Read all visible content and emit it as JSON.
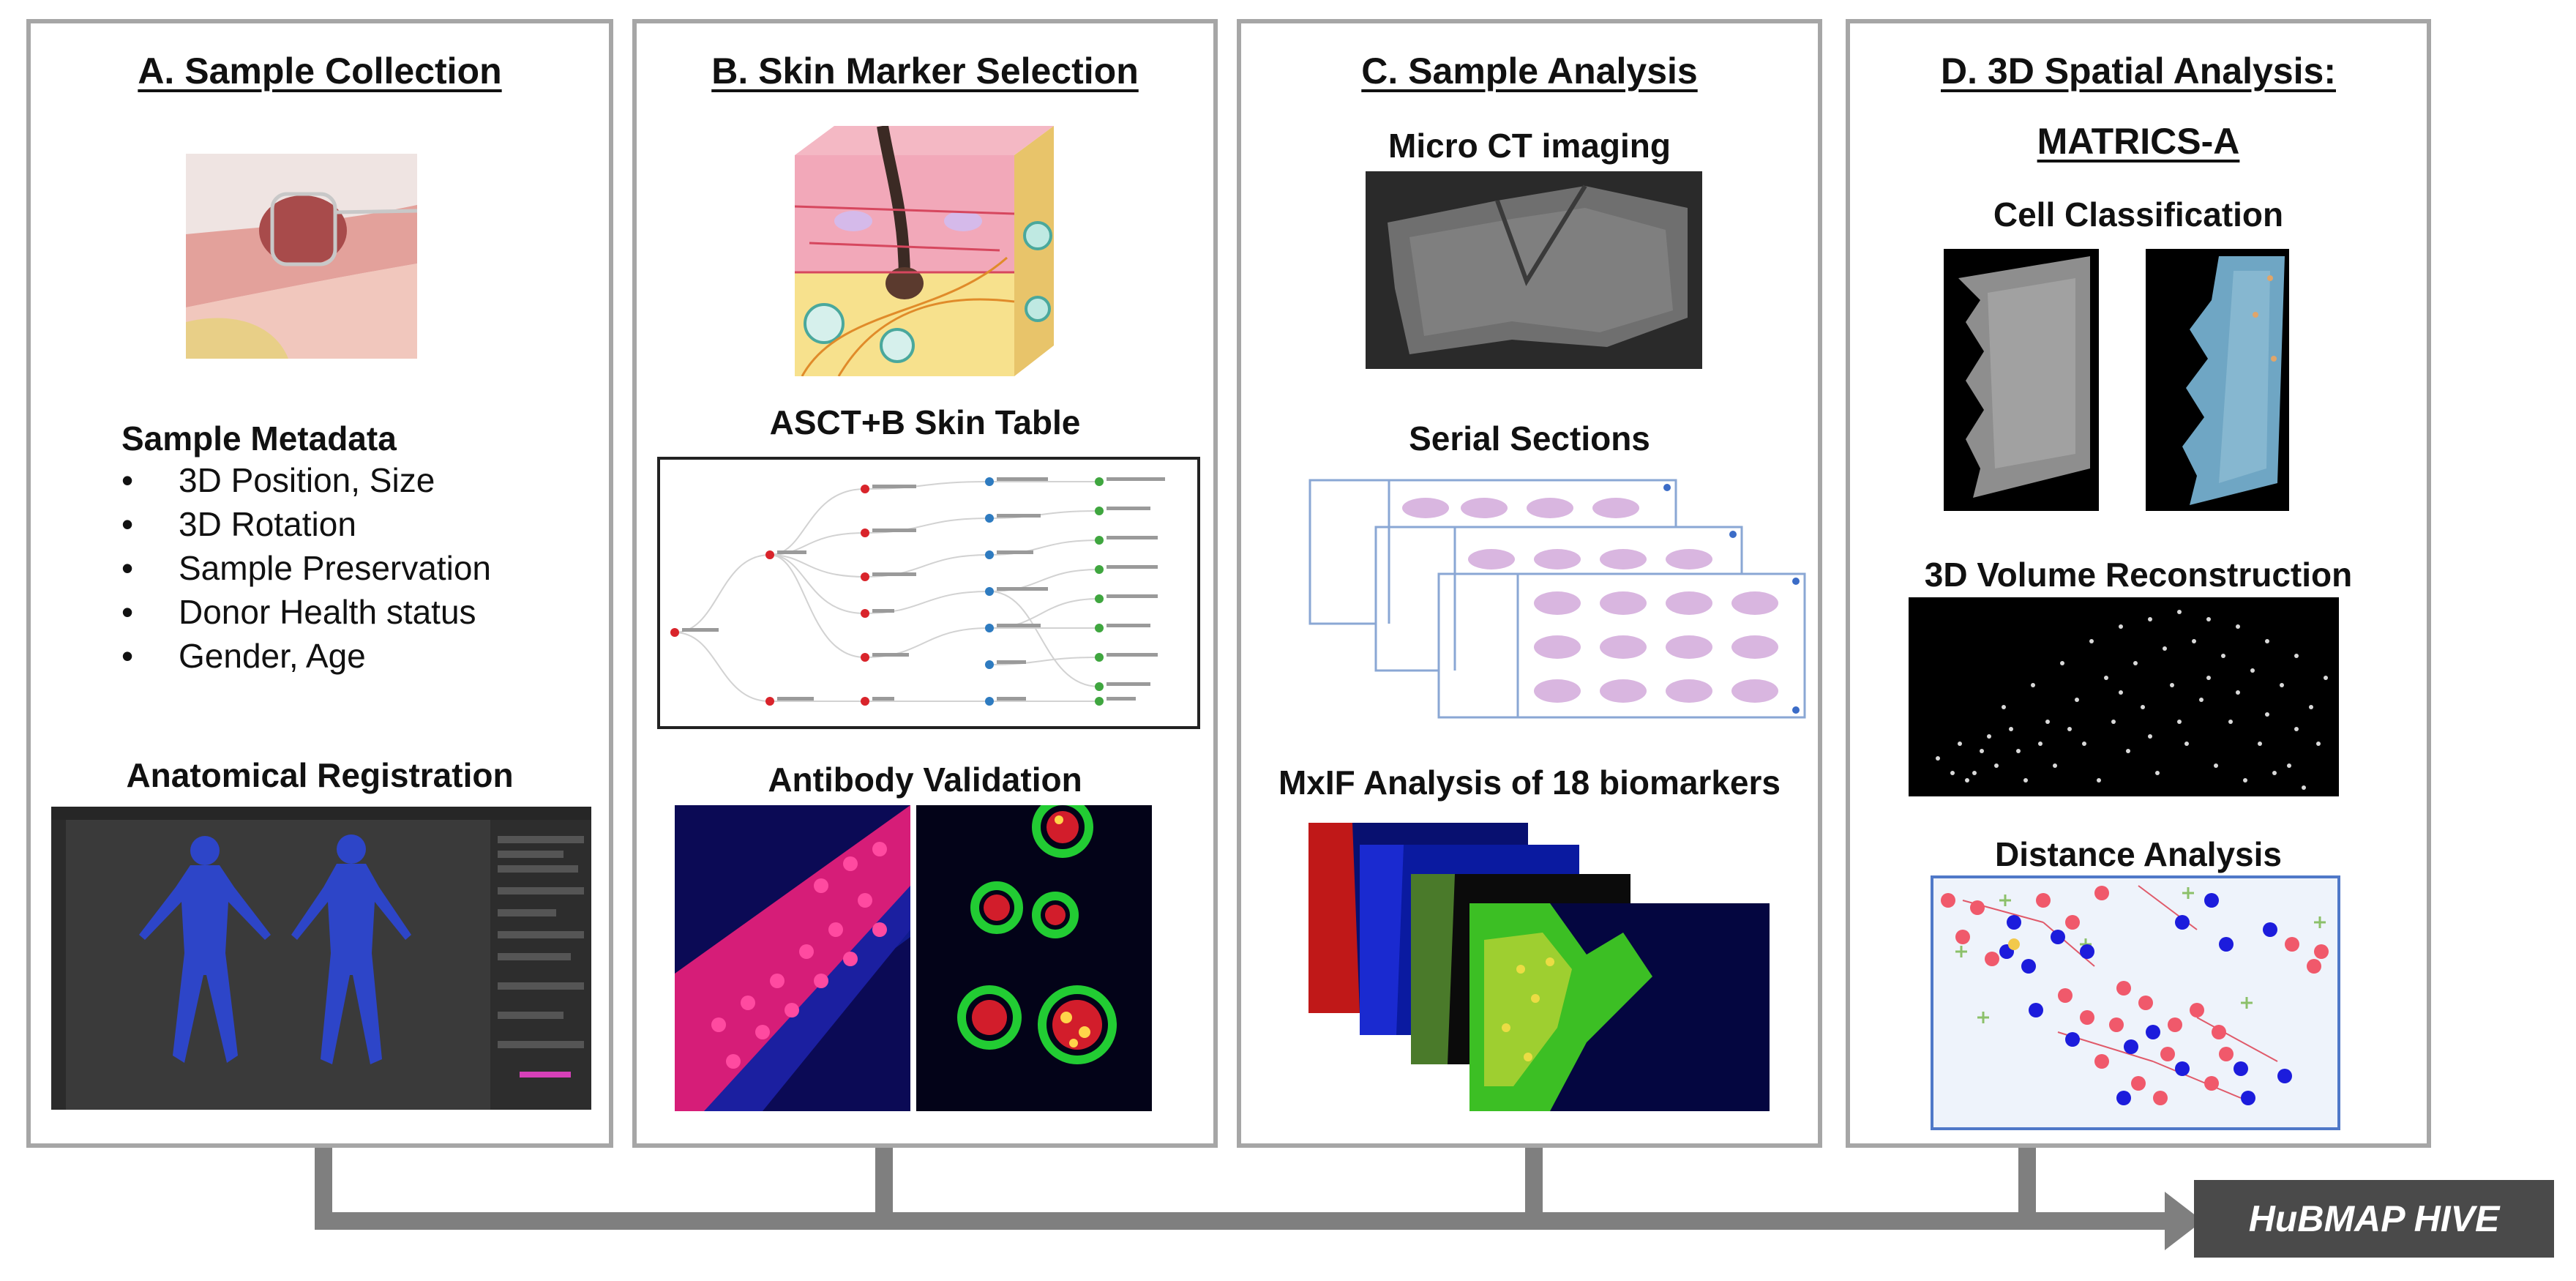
{
  "panels": {
    "a": {
      "title": "A. Sample Collection",
      "metadata_title": "Sample Metadata",
      "metadata_items": [
        "3D Position, Size",
        "3D Rotation",
        "Sample Preservation",
        "Donor Health status",
        "Gender, Age"
      ],
      "bullet": "•",
      "registration_title": "Anatomical Registration"
    },
    "b": {
      "title": "B. Skin Marker Selection",
      "table_title": "ASCT+B Skin Table",
      "antibody_title": "Antibody Validation"
    },
    "c": {
      "title": "C. Sample Analysis",
      "microct_title": "Micro CT imaging",
      "serial_title": "Serial Sections",
      "mxif_title": "MxIF Analysis of 18 biomarkers"
    },
    "d": {
      "title": "D. 3D Spatial Analysis:",
      "subtitle": "MATRICS-A",
      "cell_title": "Cell Classification",
      "volume_title": "3D Volume Reconstruction",
      "distance_title": "Distance Analysis"
    }
  },
  "hive_label": "HuBMAP HIVE",
  "colors": {
    "panel_border": "#a6a6a6",
    "flow_arrow": "#7f7f7f",
    "hive_box": "#4a4a4a",
    "tree_red": "#d9242b",
    "tree_blue": "#2e7bc0",
    "tree_green": "#3fa63f",
    "dist_red": "#f0596b",
    "dist_blue": "#1c1cdc",
    "figure_blue": "#2d45c8"
  }
}
